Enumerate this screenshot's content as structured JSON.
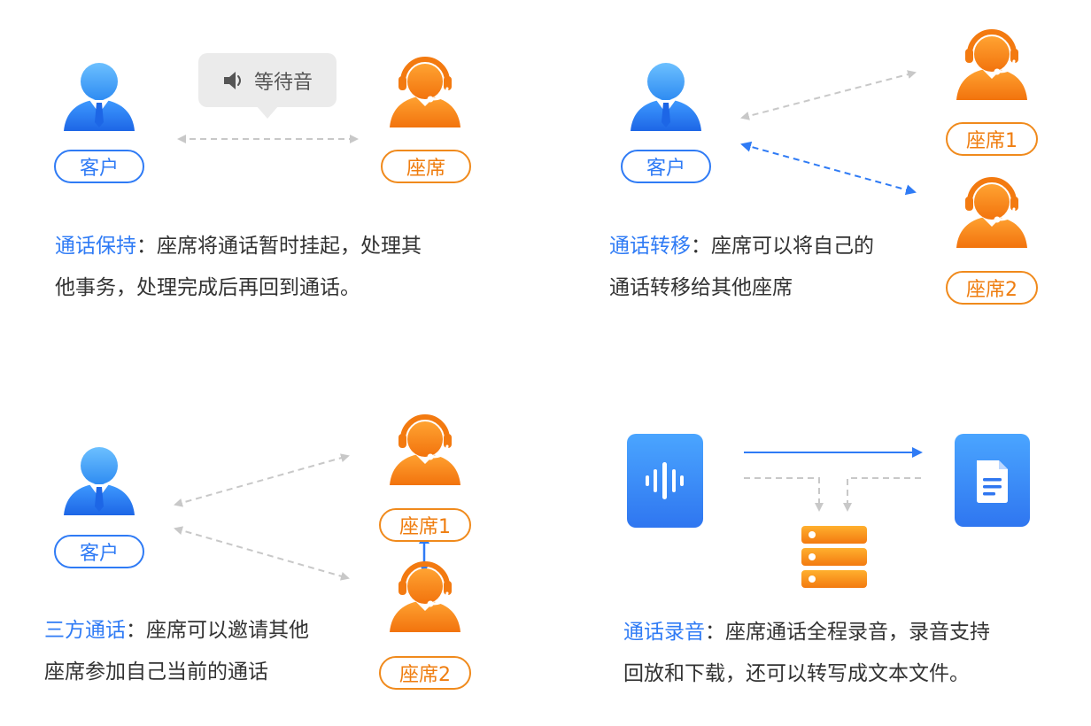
{
  "labels": {
    "customer": "客户",
    "agent": "座席",
    "agent1": "座席1",
    "agent2": "座席2"
  },
  "bubble": {
    "text": "等待音",
    "icon": "speaker-icon"
  },
  "panels": {
    "hold": {
      "keyword": "通话保持",
      "text_line1": "：座席将通话暂时挂起，处理其",
      "text_line2": "他事务，处理完成后再回到通话。"
    },
    "transfer": {
      "keyword": "通话转移",
      "text_line1": "：座席可以将自己的",
      "text_line2": "通话转移给其他座席"
    },
    "threeway": {
      "keyword": "三方通话",
      "text_line1": "：座席可以邀请其他",
      "text_line2": "座席参加自己当前的通话"
    },
    "recording": {
      "keyword": "通话录音",
      "text_line1": "：座席通话全程录音，录音支持",
      "text_line2": "回放和下载，还可以转写成文本文件。"
    }
  },
  "colors": {
    "blue": "#2f7bf5",
    "orange": "#f08a1c",
    "gray_arrow": "#c8c8c8",
    "text": "#333333"
  },
  "icons": {
    "customer": "customer-avatar-icon",
    "agent": "agent-headset-icon",
    "audio": "audio-wave-icon",
    "document": "document-icon",
    "server": "server-stack-icon"
  }
}
